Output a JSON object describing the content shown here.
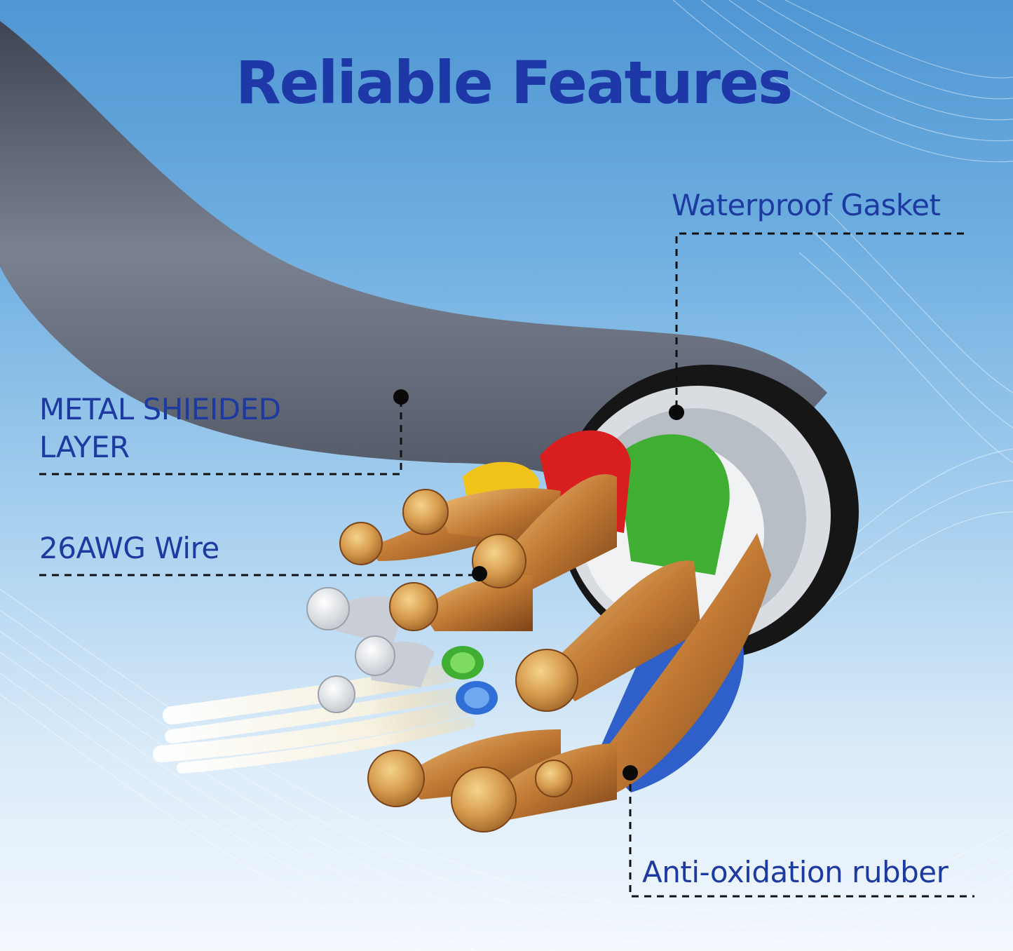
{
  "title": "Reliable Features",
  "callouts": {
    "waterproof_gasket": "Waterproof Gasket",
    "metal_shielded_line1": "METAL SHIEIDED",
    "metal_shielded_line2": "LAYER",
    "wire_gauge": "26AWG Wire",
    "anti_oxidation": "Anti-oxidation rubber"
  },
  "colors": {
    "heading": "#1f38a8",
    "label": "#1d3aa0",
    "cable_jacket": "#5e6677",
    "copper": "#c9853f"
  }
}
